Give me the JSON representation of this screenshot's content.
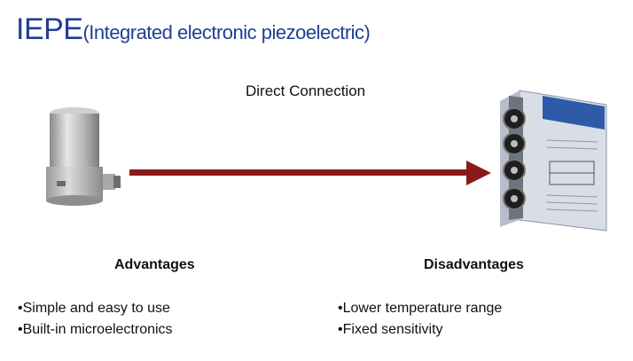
{
  "title": {
    "main": "IEPE",
    "sub": "(Integrated electronic piezoelectric)"
  },
  "connection_label": "Direct Connection",
  "advantages": {
    "heading": "Advantages",
    "items": [
      "Simple and easy to use",
      "Built-in microelectronics"
    ]
  },
  "disadvantages": {
    "heading": "Disadvantages",
    "items": [
      "Lower temperature range",
      "Fixed sensitivity"
    ]
  },
  "colors": {
    "title": "#1f3f93",
    "arrow": "#8b1a1a",
    "module_blue": "#2d5ba8"
  }
}
